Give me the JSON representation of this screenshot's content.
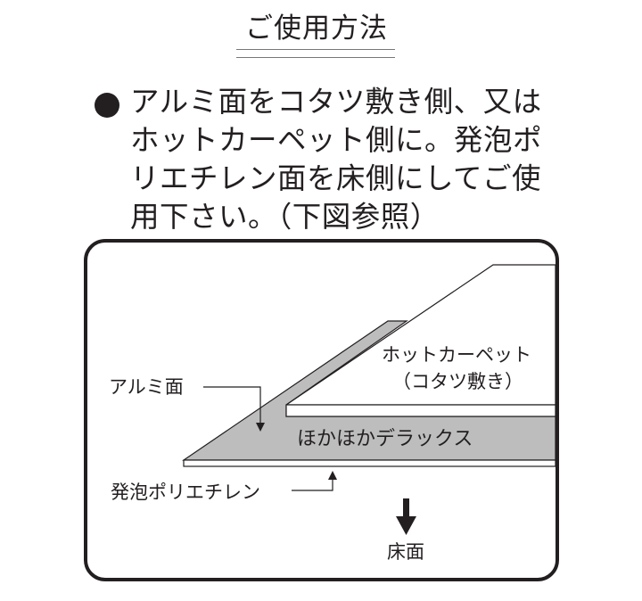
{
  "title": "ご使用方法",
  "instructions": {
    "bullet": "●",
    "lines": [
      "アルミ面をコタツ敷き側、又は",
      "ホットカーペット側に。発泡ポ",
      "リエチレン面を床側にしてご使",
      "用下さい。（下図参照）"
    ]
  },
  "diagram": {
    "labels": {
      "aluminum_side": "アルミ面",
      "hot_carpet_line1": "ホットカーペット",
      "hot_carpet_line2": "（コタツ敷き）",
      "product": "ほかほかデラックス",
      "foam_polyethylene": "発泡ポリエチレン",
      "floor": "床面"
    },
    "colors": {
      "product_fill": "#bdbdbd",
      "outline": "#231f20",
      "background": "#ffffff"
    }
  }
}
